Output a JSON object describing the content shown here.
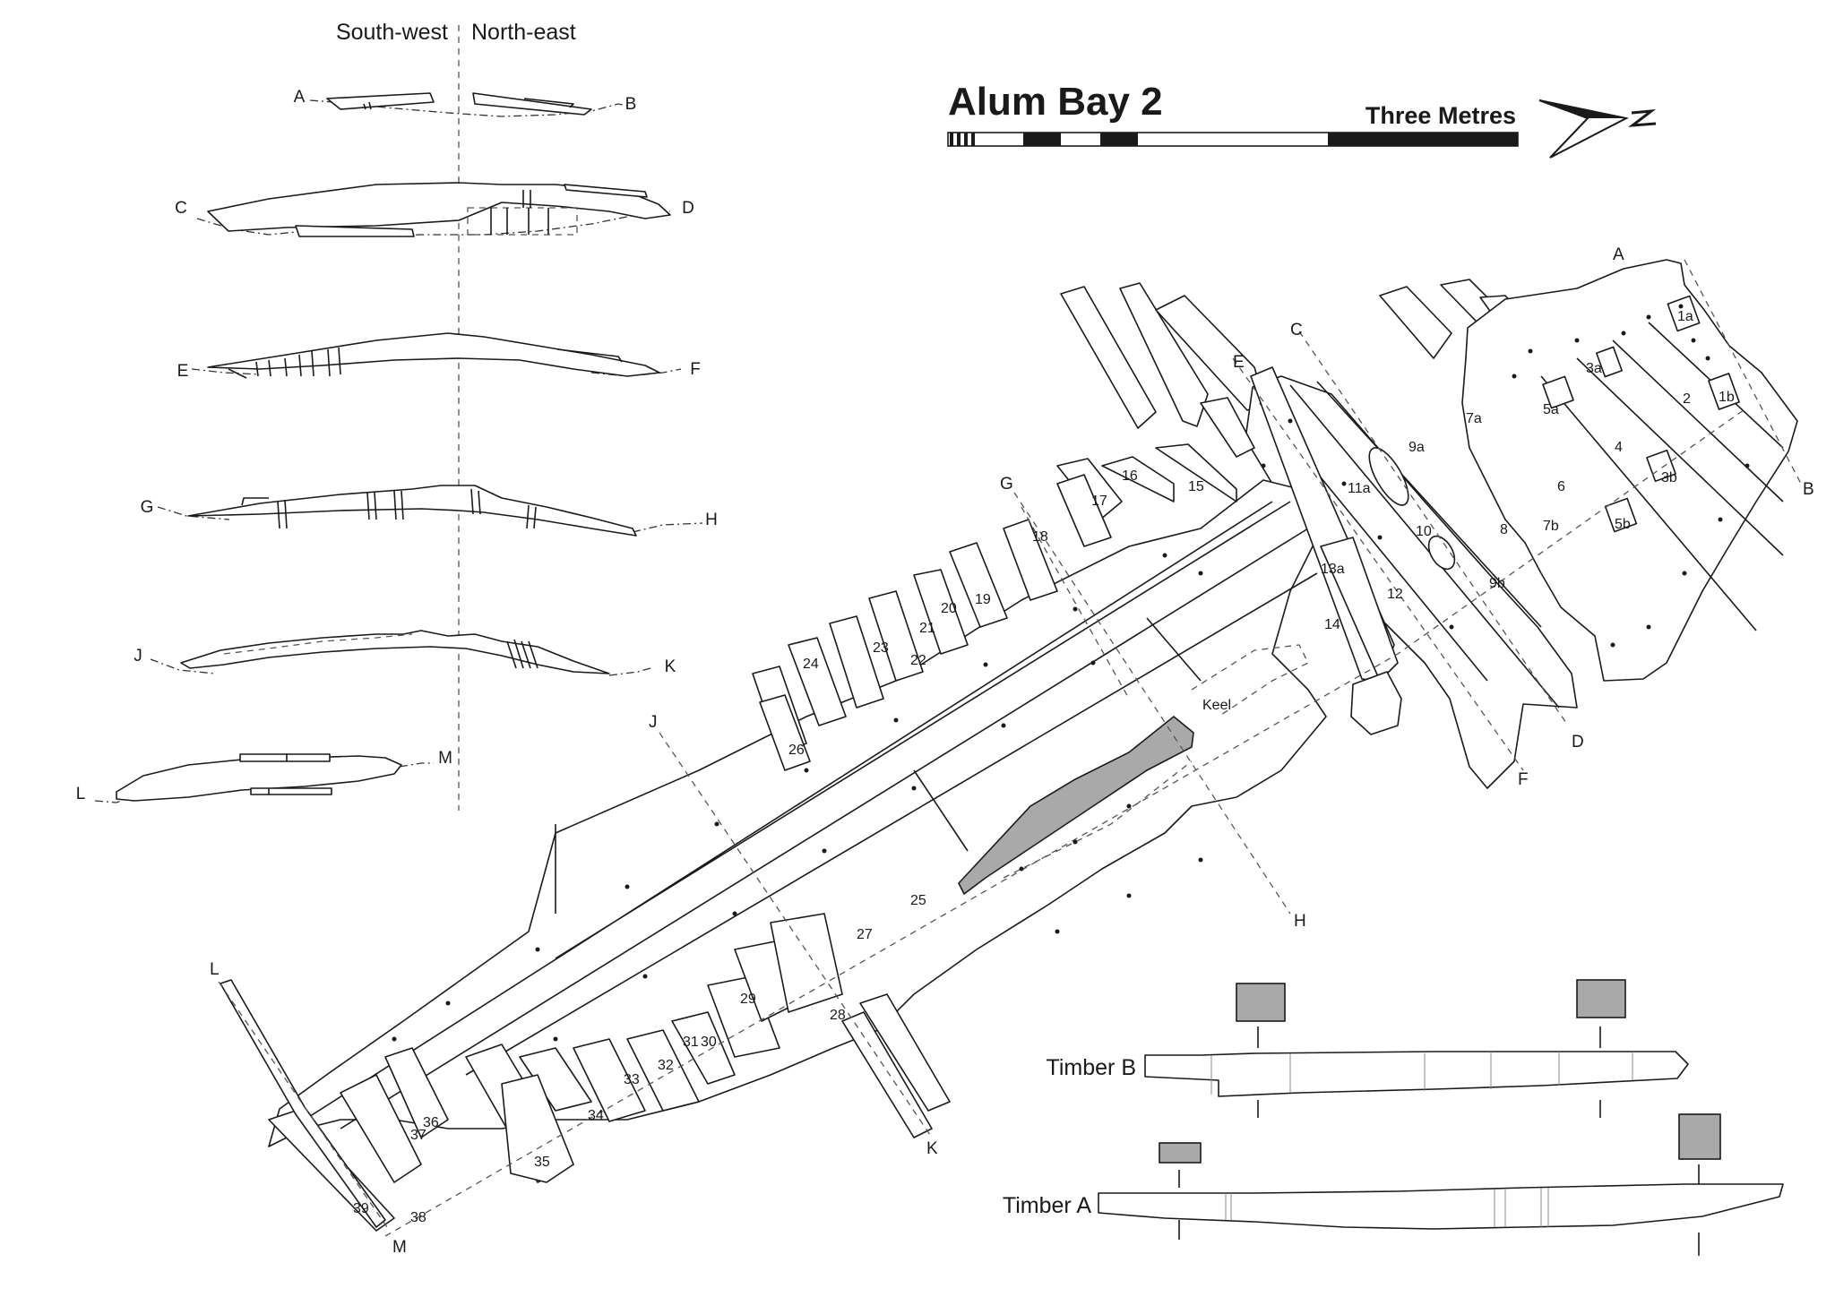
{
  "title": "Alum Bay 2",
  "scale": {
    "label": "Three Metres"
  },
  "north": {
    "letter": "N"
  },
  "sections": {
    "headings": {
      "southwest": "South-west",
      "northeast": "North-east"
    },
    "rows": [
      {
        "left": "A",
        "right": "B"
      },
      {
        "left": "C",
        "right": "D"
      },
      {
        "left": "E",
        "right": "F"
      },
      {
        "left": "G",
        "right": "H"
      },
      {
        "left": "J",
        "right": "K"
      },
      {
        "left": "L",
        "right": "M"
      }
    ]
  },
  "plan": {
    "section_markers": [
      "A",
      "B",
      "C",
      "D",
      "E",
      "F",
      "G",
      "H",
      "J",
      "K",
      "L",
      "M"
    ],
    "keel_label": "Keel",
    "timber_numbers": [
      "1a",
      "1b",
      "2",
      "3a",
      "3b",
      "4",
      "5a",
      "5b",
      "6",
      "7a",
      "7b",
      "8",
      "9a",
      "9b",
      "10",
      "11a",
      "12",
      "13a",
      "14",
      "15",
      "16",
      "17",
      "18",
      "19",
      "20",
      "21",
      "22",
      "23",
      "24",
      "25",
      "26",
      "27",
      "28",
      "29",
      "30",
      "31",
      "32",
      "33",
      "34",
      "35",
      "36",
      "37",
      "38",
      "39"
    ]
  },
  "timbers": {
    "timber_b": "Timber B",
    "timber_a": "Timber A"
  }
}
